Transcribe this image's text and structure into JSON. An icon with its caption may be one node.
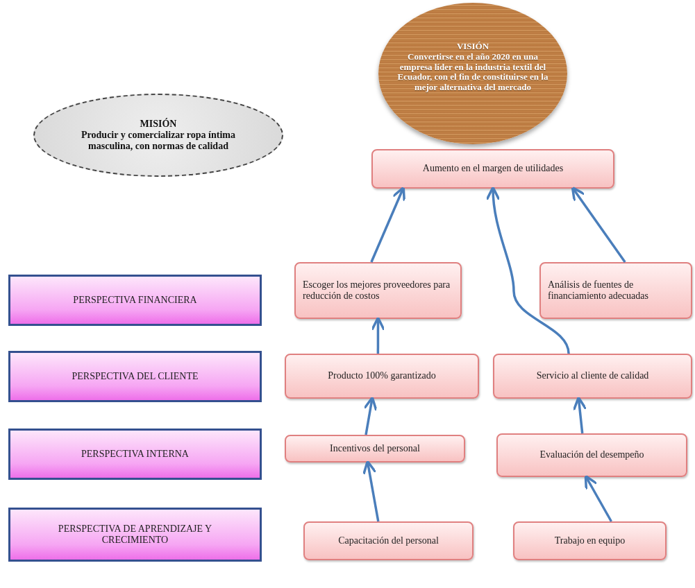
{
  "diagram": {
    "nodes": [
      {
        "text": [
          "MISIÓN",
          "Producir y comercializar ropa íntima masculina, con normas de calidad"
        ]
      },
      {
        "text": [
          "VISIÓN",
          "Convertirse en el año 2020 en una empresa líder en la industria textil del Ecuador, con el fin de constituirse en la mejor alternativa del mercado"
        ]
      },
      {
        "text": [
          "Aumento en el margen de utilidades"
        ]
      },
      {
        "text": [
          "PERSPECTIVA FINANCIERA"
        ]
      },
      {
        "text": [
          "Escoger los mejores proveedores para reducción de costos"
        ]
      },
      {
        "text": [
          "Análisis de fuentes de financiamiento adecuadas"
        ]
      },
      {
        "text": [
          "PERSPECTIVA DEL CLIENTE"
        ]
      },
      {
        "text": [
          "Producto 100% garantizado"
        ]
      },
      {
        "text": [
          "Servicio al cliente de calidad"
        ]
      },
      {
        "text": [
          "PERSPECTIVA INTERNA"
        ]
      },
      {
        "text": [
          "Incentivos del personal"
        ]
      },
      {
        "text": [
          "Evaluación del desempeño"
        ]
      },
      {
        "text": [
          "PERSPECTIVA DE APRENDIZAJE Y CRECIMIENTO"
        ]
      },
      {
        "text": [
          "Capacitación del personal"
        ]
      },
      {
        "text": [
          "Trabajo en equipo"
        ]
      }
    ],
    "edges": [
      {
        "from": 4,
        "to": 2,
        "arrow": "to"
      },
      {
        "from": 5,
        "to": 2,
        "arrow": "to"
      },
      {
        "from": 8,
        "to": 2,
        "arrow": "to"
      },
      {
        "from": 7,
        "to": 4,
        "arrow": "to"
      },
      {
        "from": 10,
        "to": 7,
        "arrow": "to"
      },
      {
        "from": 11,
        "to": 8,
        "arrow": "to"
      },
      {
        "from": 13,
        "to": 10,
        "arrow": "to"
      },
      {
        "from": 14,
        "to": 11,
        "arrow": "to"
      }
    ]
  }
}
